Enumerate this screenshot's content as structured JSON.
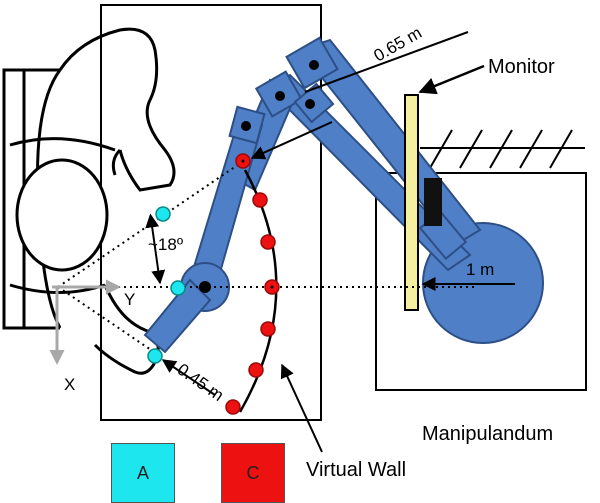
{
  "labels": {
    "arm_length": "0.65 m",
    "monitor": "Monitor",
    "radius": "1 m",
    "angle": "~18º",
    "axis_y": "Y",
    "axis_x": "X",
    "reach": "0.45 m",
    "manipulandum": "Manipulandum",
    "virtual_wall": "Virtual Wall"
  },
  "legend": [
    {
      "key": "A",
      "color": "#1ee6ee"
    },
    {
      "key": "C",
      "color": "#ee1111"
    }
  ],
  "colors": {
    "robot_arm": "#4f7fc6",
    "robot_arm_stroke": "#2d4f86",
    "monitor": "#f5f0a0",
    "target_cyan": "#1ee6ee",
    "target_red": "#ee1111",
    "axis": "#a8a8a8"
  }
}
